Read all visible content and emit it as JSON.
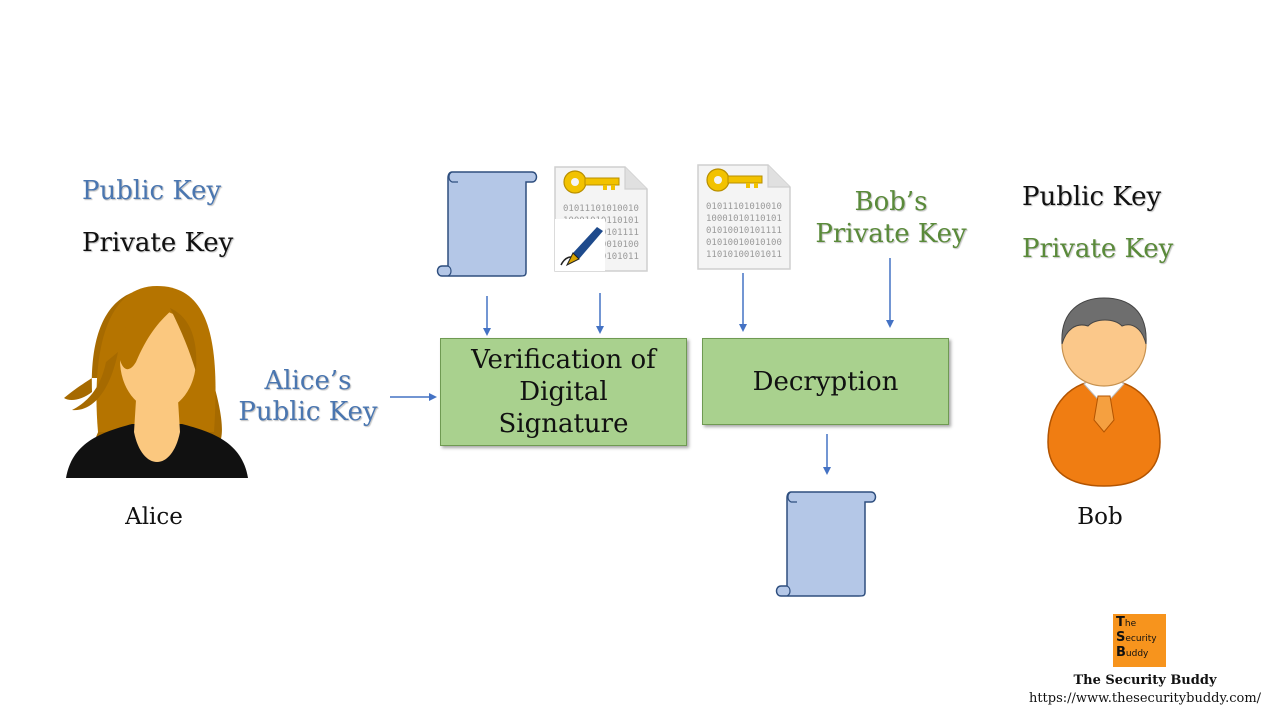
{
  "alice": {
    "public_key": "Public Key",
    "private_key": "Private Key",
    "name": "Alice",
    "key_label_line1": "Alice’s",
    "key_label_line2": "Public Key"
  },
  "bob": {
    "public_key": "Public Key",
    "private_key": "Private Key",
    "name": "Bob",
    "key_label_line1": "Bob’s",
    "key_label_line2": "Private Key"
  },
  "boxes": {
    "verify_line1": "Verification of",
    "verify_line2": "Digital",
    "verify_line3": "Signature",
    "decrypt": "Decryption"
  },
  "binary_lines": [
    "01011101010010",
    "10001010110101",
    "01010010101111",
    "01010010010100",
    "11010100101011"
  ],
  "branding": {
    "logo_t": "T",
    "logo_he": "he",
    "logo_s": "S",
    "logo_ecurity": "ecurity",
    "logo_b": "B",
    "logo_uddy": "uddy",
    "name": "The Security Buddy",
    "url": "https://www.thesecuritybuddy.com/"
  },
  "colors": {
    "blue_text": "#4a76b0",
    "green_text": "#5a8a3a",
    "box_fill": "#a9d18e",
    "arrow": "#4472c4",
    "scroll_fill": "#b4c7e7",
    "logo_orange": "#f7941d"
  }
}
